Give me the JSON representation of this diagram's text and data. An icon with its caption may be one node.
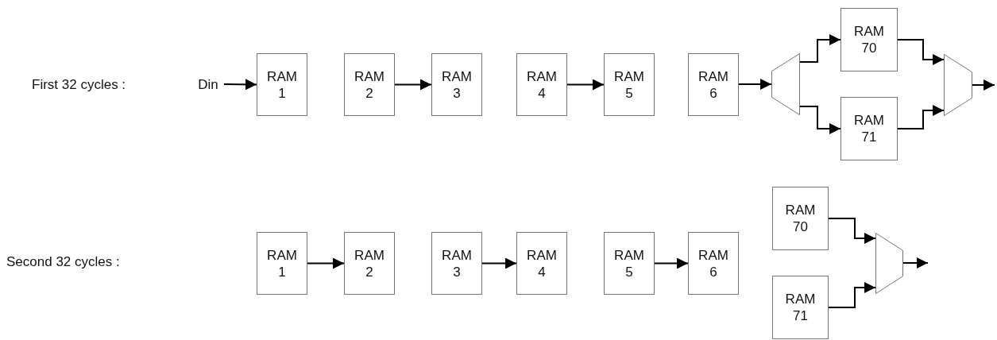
{
  "diagram": {
    "nodes": [
      {
        "text": [
          "Din"
        ]
      },
      {
        "text": [
          "RAM 1"
        ]
      },
      {
        "text": [
          "RAM 2"
        ]
      },
      {
        "text": [
          "RAM 3"
        ]
      },
      {
        "text": [
          "RAM 4"
        ]
      },
      {
        "text": [
          "RAM 5"
        ]
      },
      {
        "text": [
          "RAM 6"
        ]
      },
      {
        "text": [],
        "shape": "trapezoid"
      },
      {
        "text": [
          "RAM 70"
        ]
      },
      {
        "text": [
          "RAM 71"
        ]
      },
      {
        "text": [],
        "shape": "trapezoid"
      },
      {
        "text": [
          "RAM 1"
        ]
      },
      {
        "text": [
          "RAM 2"
        ]
      },
      {
        "text": [
          "RAM 3"
        ]
      },
      {
        "text": [
          "RAM 4"
        ]
      },
      {
        "text": [
          "RAM 5"
        ]
      },
      {
        "text": [
          "RAM 6"
        ]
      },
      {
        "text": [
          "RAM 70"
        ]
      },
      {
        "text": [
          "RAM 71"
        ]
      },
      {
        "text": [],
        "shape": "trapezoid"
      }
    ],
    "edges": [
      {
        "from": 0,
        "to": 1,
        "arrow": "to"
      },
      {
        "from": 2,
        "to": 3,
        "arrow": "to"
      },
      {
        "from": 4,
        "to": 5,
        "arrow": "to"
      },
      {
        "from": 6,
        "to": 7,
        "arrow": "to"
      },
      {
        "from": 7,
        "to": 8,
        "arrow": "to"
      },
      {
        "from": 7,
        "to": 9,
        "arrow": "to"
      },
      {
        "from": 8,
        "to": 10,
        "arrow": "to"
      },
      {
        "from": 9,
        "to": 10,
        "arrow": "to"
      },
      {
        "from": 10,
        "to": null,
        "arrow": "to"
      },
      {
        "from": 11,
        "to": 12,
        "arrow": "to"
      },
      {
        "from": 13,
        "to": 14,
        "arrow": "to"
      },
      {
        "from": 15,
        "to": 16,
        "arrow": "to"
      },
      {
        "from": 17,
        "to": 19,
        "arrow": "to"
      },
      {
        "from": 18,
        "to": 19,
        "arrow": "to"
      },
      {
        "from": 19,
        "to": null,
        "arrow": "to"
      }
    ],
    "labels": [
      "First 32 cycles :",
      "Second 32 cycles :"
    ]
  }
}
